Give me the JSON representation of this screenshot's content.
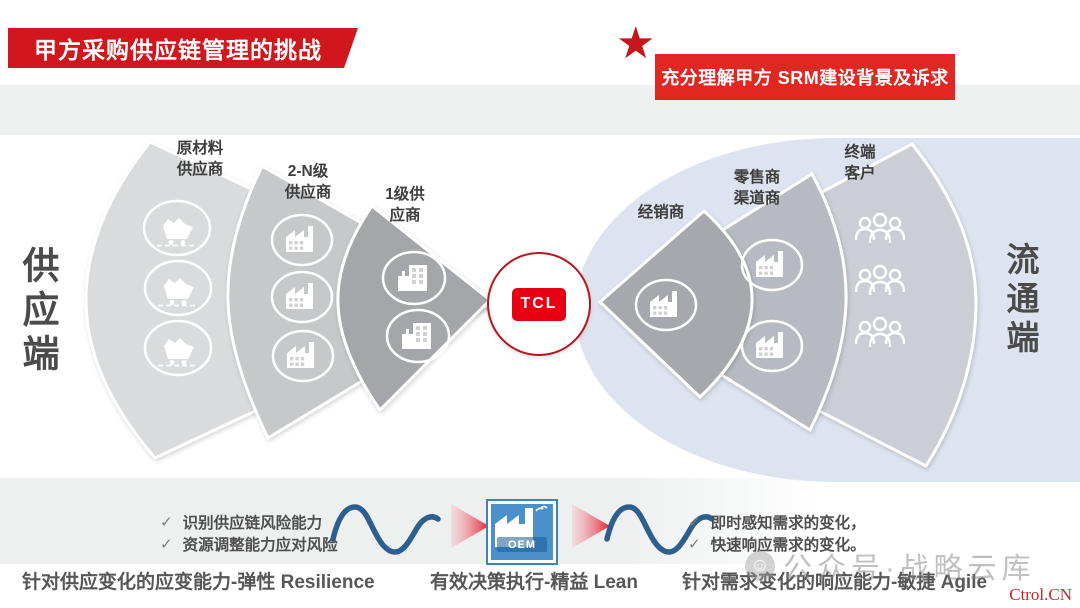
{
  "banner": {
    "title": "甲方采购供应链管理的挑战"
  },
  "callout": {
    "text": "充分理解甲方 SRM建设背景及诉求"
  },
  "icons": {
    "star": "★",
    "check": "✓",
    "wechat_face": "☺"
  },
  "sides": {
    "supply": "供应端",
    "distribution": "流通端"
  },
  "center": {
    "logo": "TCL"
  },
  "diagram": {
    "supply_fans": [
      {
        "id": "raw-material-suppliers",
        "label": "原材料\n供应商",
        "icon": "mine-cart-icon",
        "icon_count": 3,
        "color": "#dadbdc"
      },
      {
        "id": "tier-2n-suppliers",
        "label": "2-N级\n供应商",
        "icon": "factory-icon",
        "icon_count": 3,
        "color": "#c6c8ca"
      },
      {
        "id": "tier-1-suppliers",
        "label": "1级供\n应商",
        "icon": "building-icon",
        "icon_count": 2,
        "color": "#a4a6a9"
      }
    ],
    "distribution_fans": [
      {
        "id": "distributors",
        "label": "经销商",
        "icon": "factory-icon",
        "icon_count": 1,
        "color": "#a6a8ad"
      },
      {
        "id": "retailers-channels",
        "label": "零售商\n渠道商",
        "icon": "factory-icon",
        "icon_count": 2,
        "color": "#b7bac0"
      },
      {
        "id": "end-customers",
        "label": "终端\n客户",
        "icon": "people-icon",
        "icon_count": 3,
        "color": "#cbced4"
      }
    ]
  },
  "bottom": {
    "left_checks": [
      "识别供应链风险能力",
      "资源调整能力应对风险"
    ],
    "right_checks": [
      "即时感知需求的变化，",
      "快速响应需求的变化。"
    ],
    "oem_label": "OEM",
    "captions": [
      "针对供应变化的应变能力-弹性 Resilience",
      "有效决策执行-精益 Lean",
      "针对需求变化的响应能力-敏捷 Agile"
    ]
  },
  "watermark": {
    "text": "公众号·战略云库",
    "brand": "Ctrol.CN"
  },
  "colors": {
    "accent_red": "#d2161e",
    "callout_red": "#e02722",
    "tcl_red": "#e60012",
    "wave_blue": "#2d5f8e",
    "oem_blue": "#4a90cb",
    "blob_blue": "#dde4ef",
    "panel_gray": "#eff0f0"
  }
}
